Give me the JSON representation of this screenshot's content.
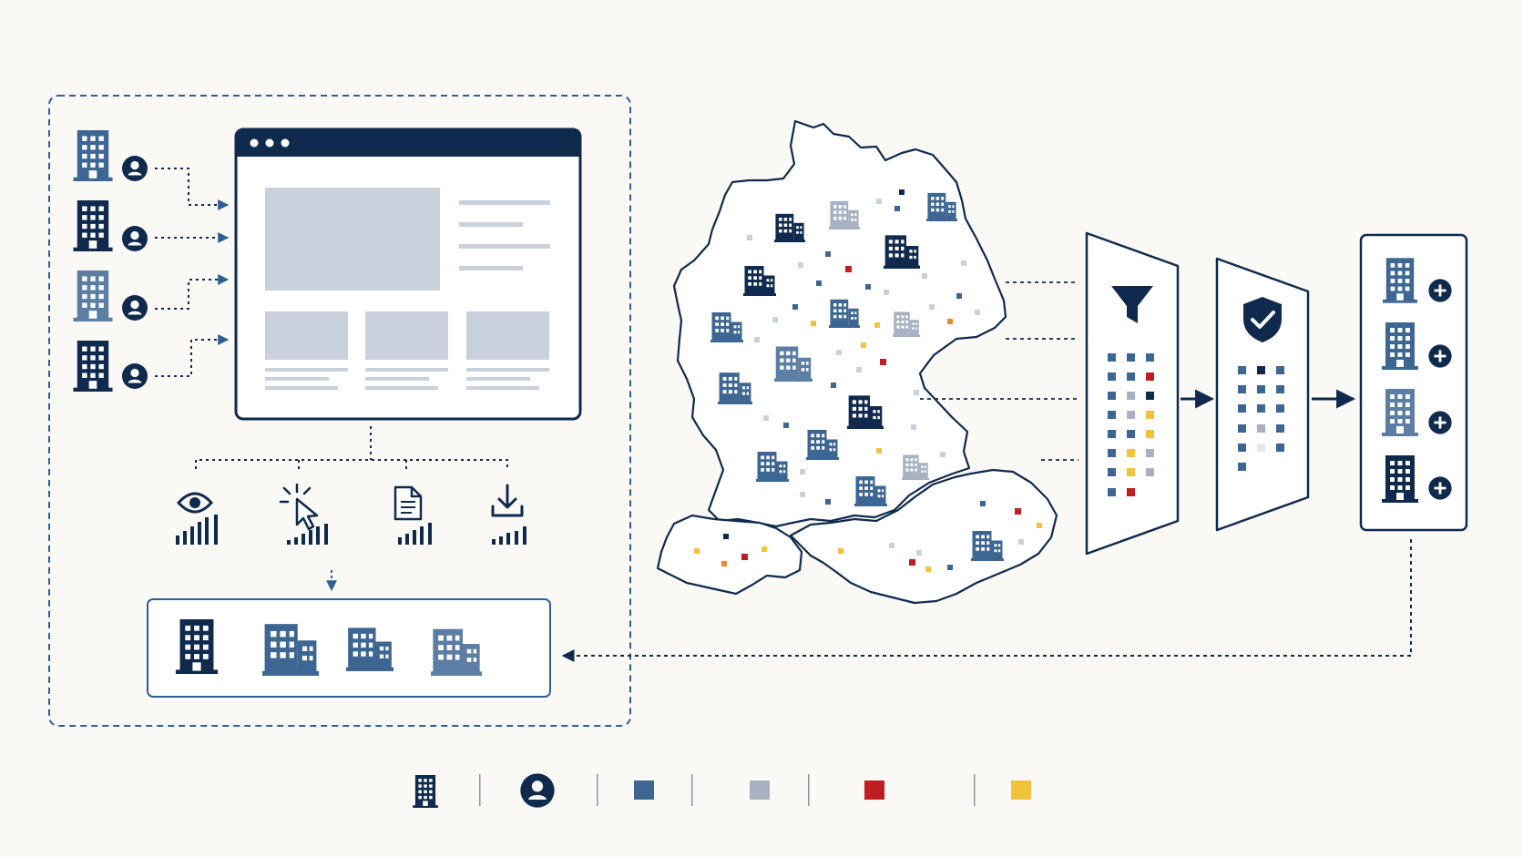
{
  "colors": {
    "navy": "#0f2a4c",
    "blue": "#3d6693",
    "steel": "#5d7ea4",
    "gray": "#a7b1c2",
    "light_gray": "#c9d1dd",
    "red": "#c01d22",
    "yellow": "#f1c33c",
    "orange": "#e78a34",
    "background": "#faf9f6"
  },
  "left_panel": {
    "companies": [
      {
        "icon": "building-icon",
        "tone": "blue",
        "user_icon": "user-icon"
      },
      {
        "icon": "building-icon",
        "tone": "navy",
        "user_icon": "user-icon"
      },
      {
        "icon": "building-icon",
        "tone": "steel",
        "user_icon": "user-icon"
      },
      {
        "icon": "building-icon",
        "tone": "navy",
        "user_icon": "user-icon"
      }
    ],
    "browser_window": {
      "icon": "browser-window-icon",
      "dots": 3
    },
    "signals": [
      {
        "icon": "eye-icon",
        "level": "view"
      },
      {
        "icon": "cursor-click-icon",
        "level": "click"
      },
      {
        "icon": "document-icon",
        "level": "read"
      },
      {
        "icon": "download-icon",
        "level": "download"
      }
    ],
    "identified_companies": [
      "building-icon",
      "building-icon",
      "building-icon",
      "building-icon"
    ]
  },
  "map": {
    "region": "DACH",
    "icon": "dach-map-icon"
  },
  "pipeline": [
    {
      "icon": "filter-funnel-icon"
    },
    {
      "icon": "shield-check-icon"
    }
  ],
  "output_list": {
    "items": [
      {
        "icon": "building-icon",
        "action_icon": "plus-circle-icon"
      },
      {
        "icon": "building-icon",
        "action_icon": "plus-circle-icon"
      },
      {
        "icon": "building-icon",
        "action_icon": "plus-circle-icon"
      },
      {
        "icon": "building-icon",
        "action_icon": "plus-circle-icon"
      }
    ]
  },
  "legend": [
    {
      "icon": "building-icon"
    },
    {
      "icon": "user-icon"
    },
    {
      "icon": "square-blue-icon",
      "color": "#3d6693"
    },
    {
      "icon": "square-gray-icon",
      "color": "#a7b1c2"
    },
    {
      "icon": "square-red-icon",
      "color": "#c01d22"
    },
    {
      "icon": "square-yellow-icon",
      "color": "#f1c33c"
    }
  ]
}
